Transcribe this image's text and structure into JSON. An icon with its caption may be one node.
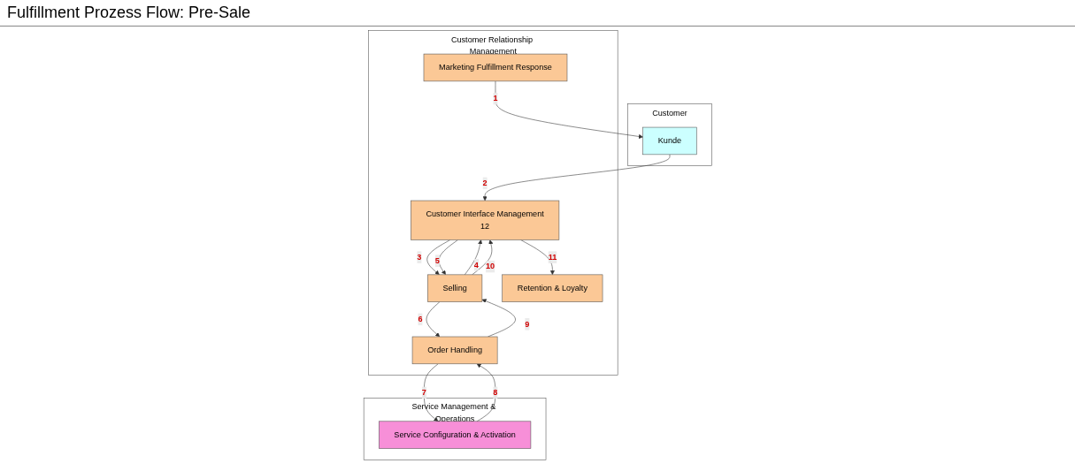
{
  "diagram": {
    "title": "Fulfillment Prozess Flow: Pre-Sale",
    "nodes": [
      {
        "text": [
          "Customer"
        ]
      },
      {
        "text": [
          "Kunde"
        ],
        "in": 0
      },
      {
        "text": [
          "Customer Relationship Management"
        ]
      },
      {
        "text": [
          "Customer Interface Management",
          "12"
        ],
        "in": 2
      },
      {
        "text": [
          "Marketing Fulfillment Response"
        ],
        "in": 2
      },
      {
        "text": [
          "Selling"
        ],
        "in": 2
      },
      {
        "text": [
          "Order Handling"
        ],
        "in": 2
      },
      {
        "text": [
          "Retention & Loyalty"
        ],
        "in": 2
      },
      {
        "text": [
          "Service Management & Operations"
        ]
      },
      {
        "text": [
          "Service Configuration & Activation"
        ],
        "in": 8
      }
    ],
    "edges": [
      {
        "from": 4,
        "to": 1,
        "arrow": "to",
        "label": "1"
      },
      {
        "from": 1,
        "to": 3,
        "arrow": "to",
        "label": "2"
      },
      {
        "from": 3,
        "to": 5,
        "arrow": "to",
        "label": "3"
      },
      {
        "from": 5,
        "to": 3,
        "arrow": "to",
        "label": "4"
      },
      {
        "from": 3,
        "to": 5,
        "arrow": "to",
        "label": "5"
      },
      {
        "from": 5,
        "to": 6,
        "arrow": "to",
        "label": "6"
      },
      {
        "from": 6,
        "to": 9,
        "arrow": "to",
        "label": "7"
      },
      {
        "from": 9,
        "to": 6,
        "arrow": "to",
        "label": "8"
      },
      {
        "from": 6,
        "to": 5,
        "arrow": "to",
        "label": "9"
      },
      {
        "from": 5,
        "to": 3,
        "arrow": "to",
        "label": "10"
      },
      {
        "from": 3,
        "to": 7,
        "arrow": "to",
        "label": "11"
      }
    ]
  }
}
